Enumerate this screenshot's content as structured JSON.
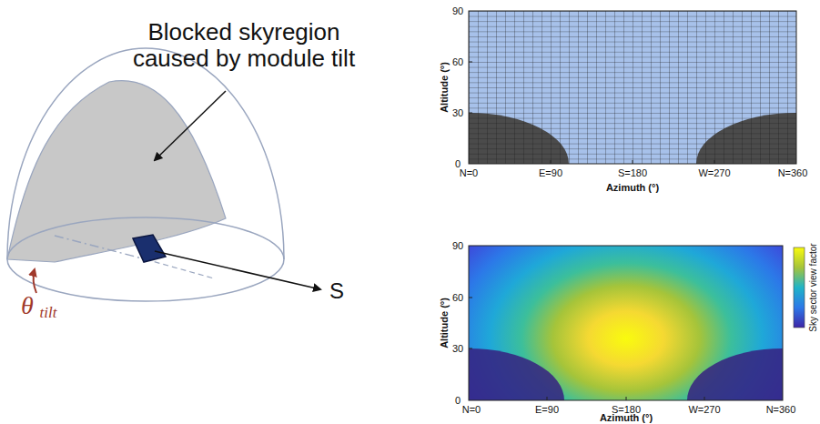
{
  "diagram": {
    "labels": [
      "Blocked skyregion caused by module tilt",
      "θ",
      "tilt",
      "S",
      "90",
      "60",
      "30",
      "0",
      "Altitude (°)",
      "N=0",
      "E=90",
      "S=180",
      "W=270",
      "N=360",
      "Azimuth (°)",
      "90",
      "60",
      "30",
      "0",
      "Altitude (°)",
      "N=0",
      "E=90",
      "S=180",
      "W=270",
      "N=360",
      "Azimuth (°)",
      "Sky sector view factor"
    ]
  }
}
